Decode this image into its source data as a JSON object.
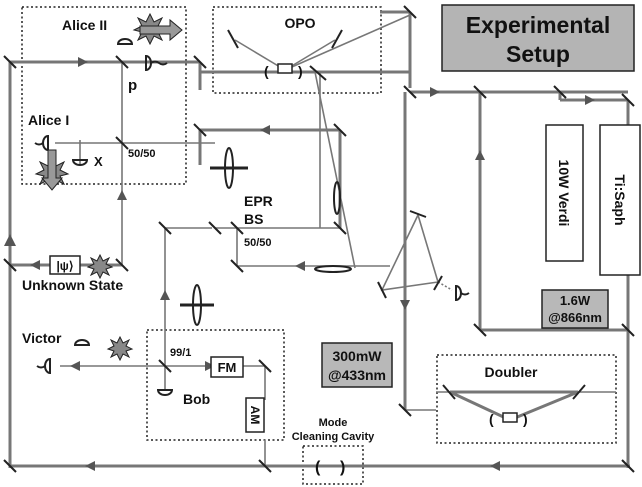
{
  "title": {
    "line1": "Experimental",
    "line2": "Setup"
  },
  "labels": {
    "opo": "OPO",
    "alice2": "Alice II",
    "alice1": "Alice I",
    "p": "p",
    "x": "X",
    "bs_main": "50/50",
    "epr1": "EPR",
    "epr2": "BS",
    "bs_epr": "50/50",
    "psi": "|ψ⟩",
    "unknown_state": "Unknown State",
    "victor": "Victor",
    "bs_bob": "99/1",
    "fm": "FM",
    "am": "AM",
    "bob": "Bob",
    "power_blue_1": "300mW",
    "power_blue_2": "@433nm",
    "doubler": "Doubler",
    "verdi": "10W Verdi",
    "tisaph": "Ti:Saph",
    "power_ir_1": "1.6W",
    "power_ir_2": "@866nm",
    "mode1": "Mode",
    "mode2": "Cleaning Cavity"
  },
  "colors": {
    "title_box": "#b4b4b4",
    "power_box": "#b8b8b8",
    "beam": "#777777",
    "text": "#111111"
  }
}
